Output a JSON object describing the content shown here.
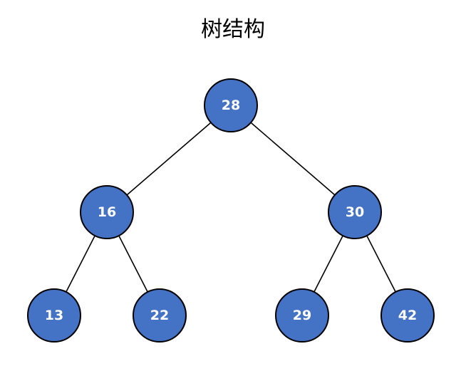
{
  "title": "树结构",
  "colors": {
    "node_fill": "#4472c4",
    "node_stroke": "#000000",
    "edge": "#000000",
    "label": "#ffffff"
  },
  "tree": {
    "nodes": [
      {
        "id": "n28",
        "label": "28"
      },
      {
        "id": "n16",
        "label": "16"
      },
      {
        "id": "n30",
        "label": "30"
      },
      {
        "id": "n13",
        "label": "13"
      },
      {
        "id": "n22",
        "label": "22"
      },
      {
        "id": "n29",
        "label": "29"
      },
      {
        "id": "n42",
        "label": "42"
      }
    ],
    "edges": [
      {
        "from": "n28",
        "to": "n16"
      },
      {
        "from": "n28",
        "to": "n30"
      },
      {
        "from": "n16",
        "to": "n13"
      },
      {
        "from": "n16",
        "to": "n22"
      },
      {
        "from": "n30",
        "to": "n29"
      },
      {
        "from": "n30",
        "to": "n42"
      }
    ]
  }
}
